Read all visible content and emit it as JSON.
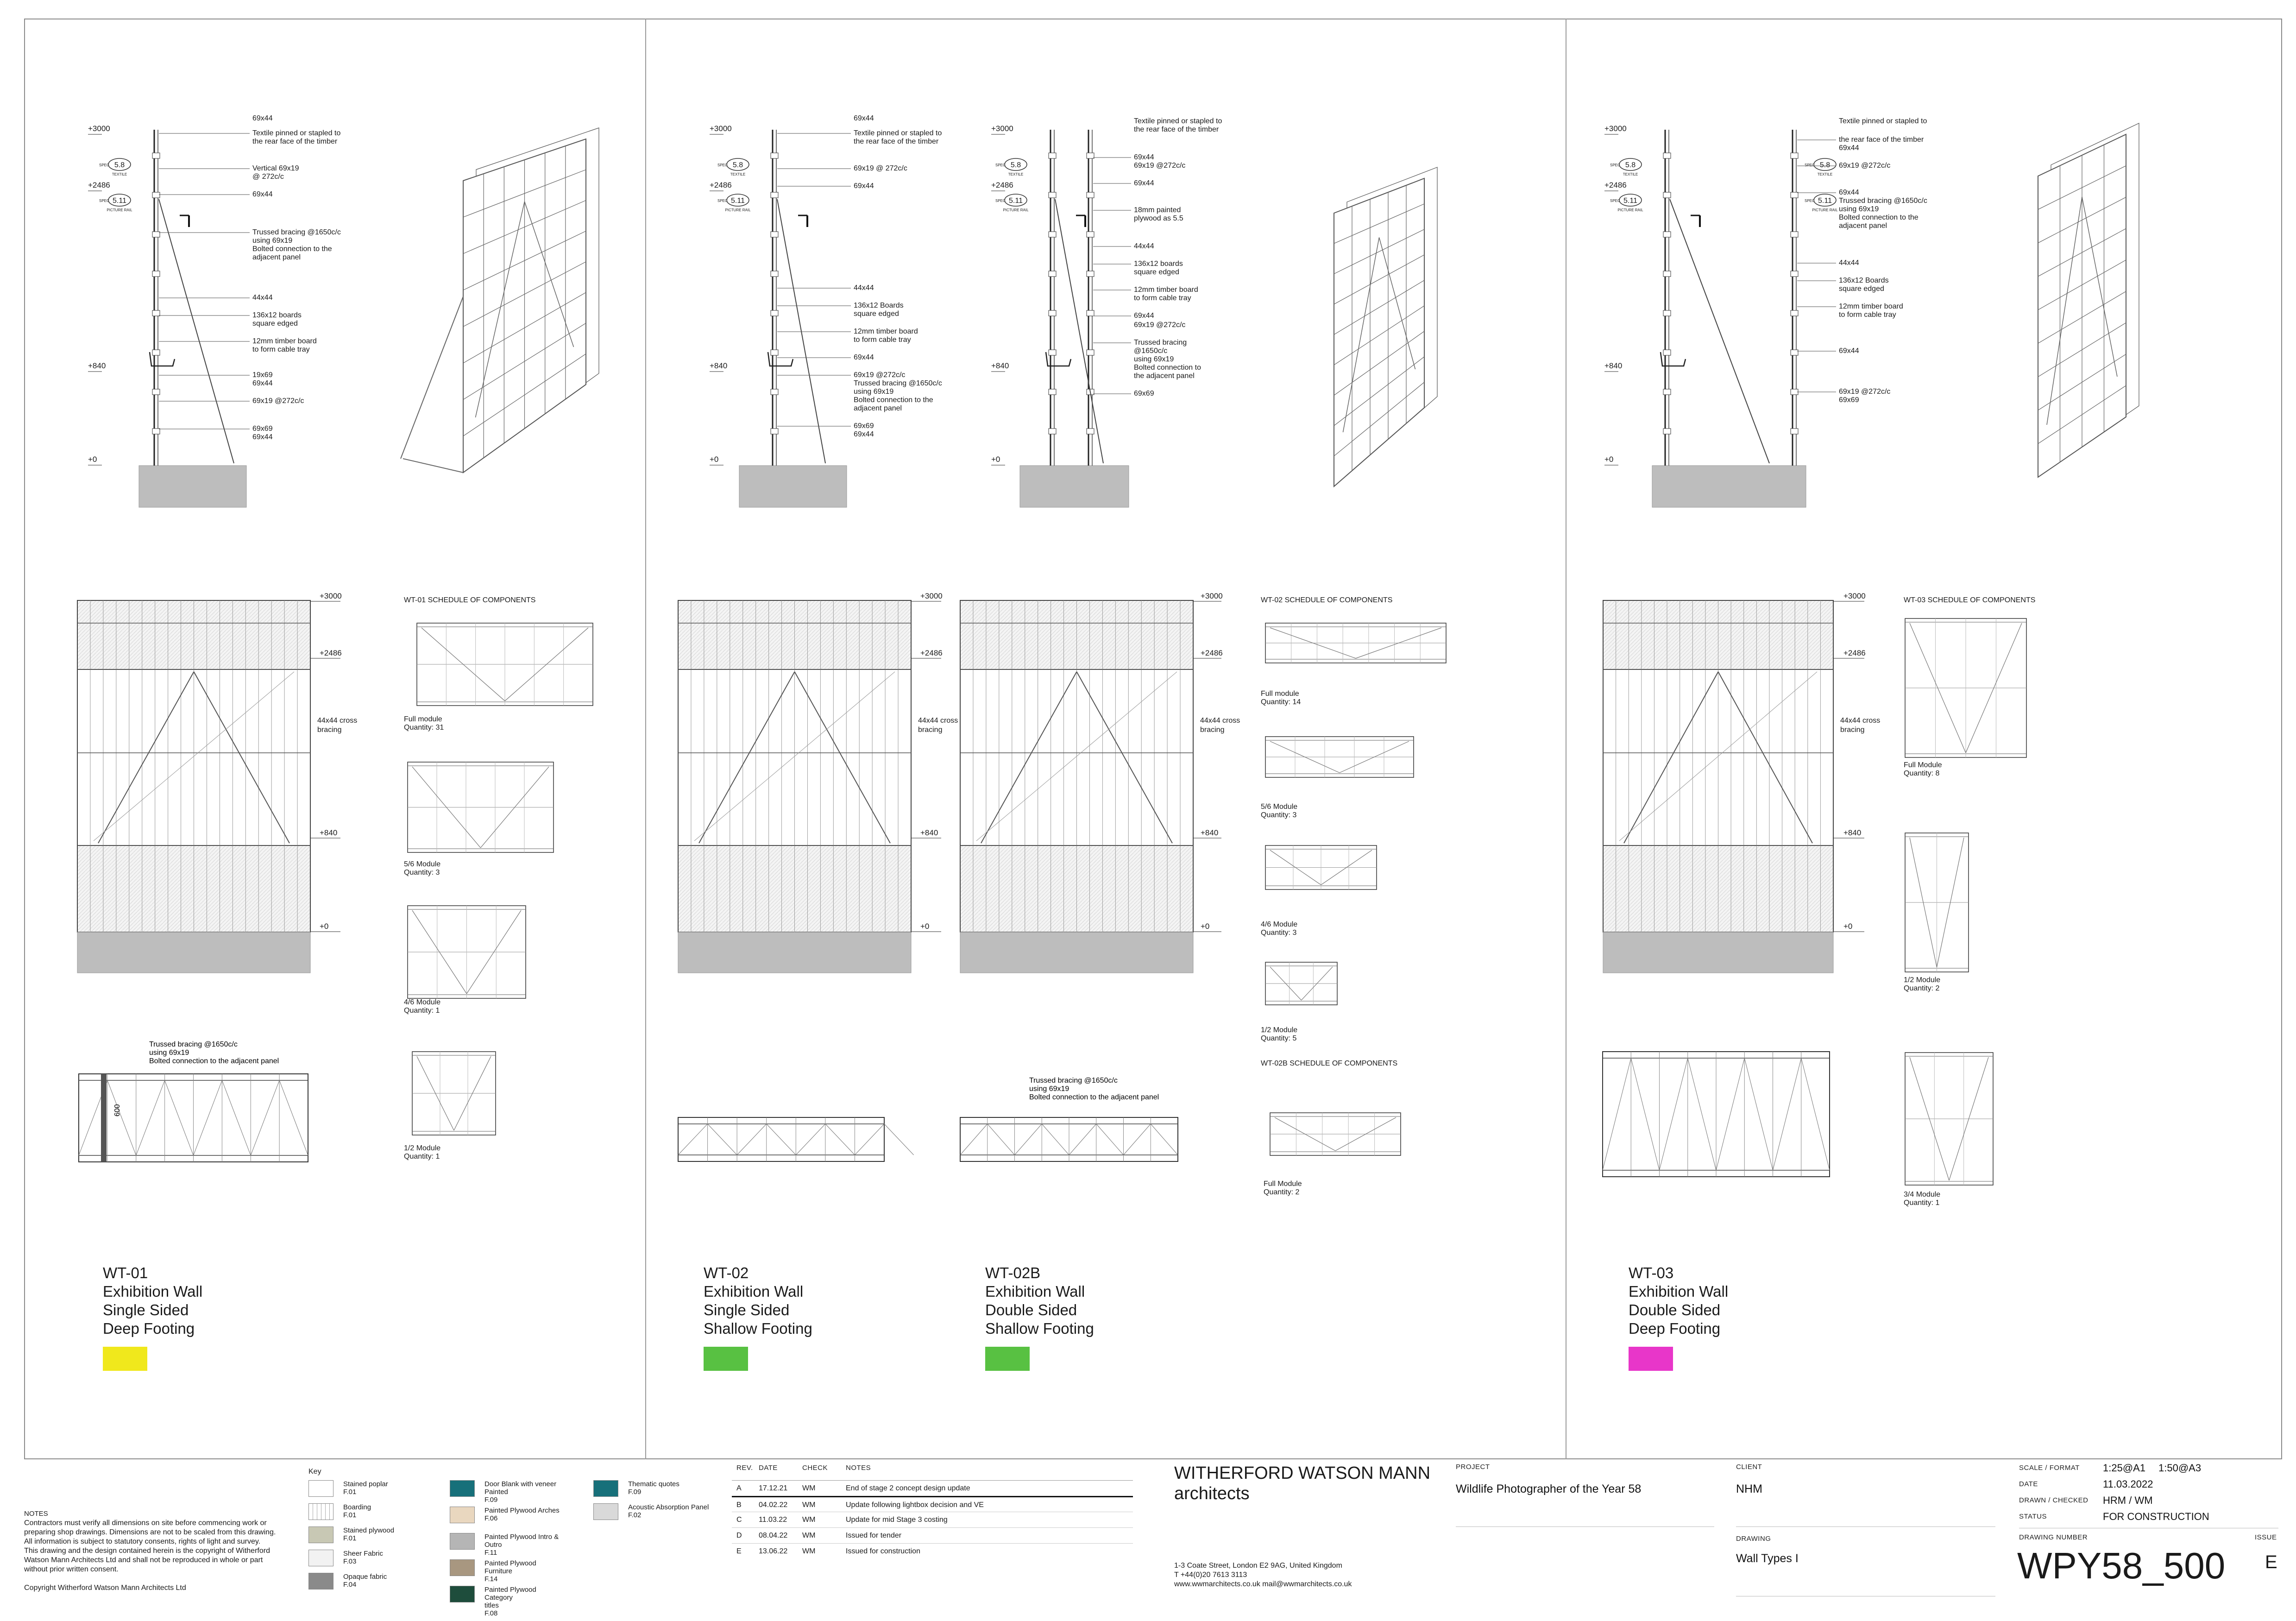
{
  "walls": [
    {
      "id": "WT-01",
      "line1": "Exhibition Wall",
      "line2": "Single Sided",
      "line3": "Deep Footing",
      "color": "#f0e81c"
    },
    {
      "id": "WT-02",
      "line1": "Exhibition Wall",
      "line2": "Single Sided",
      "line3": "Shallow Footing",
      "color": "#58c142"
    },
    {
      "id": "WT-02B",
      "line1": "Exhibition Wall",
      "line2": "Double Sided",
      "line3": "Shallow Footing",
      "color": "#58c142"
    },
    {
      "id": "WT-03",
      "line1": "Exhibition Wall",
      "line2": "Double Sided",
      "line3": "Deep Footing",
      "color": "#e836c9"
    }
  ],
  "levels": {
    "l3000": "+3000",
    "l2486": "+2486",
    "l840": "+840",
    "l0": "+0"
  },
  "section_tags": {
    "t58": "5.8",
    "t511": "5.11",
    "spec": "SPEC",
    "textile": "TEXTILE",
    "picture_rail": "PICTURE RAIL"
  },
  "sections": {
    "wt01": [
      "69x44",
      "Textile pinned or stapled to",
      "the rear face of the timber",
      "Vertical 69x19",
      "@ 272c/c",
      "69x44",
      "Trussed bracing @1650c/c",
      "using 69x19",
      "Bolted connection to the",
      "adjacent panel",
      "44x44",
      "136x12 boards",
      "square edged",
      "12mm timber board",
      "to form cable tray",
      "19x69",
      "69x44",
      "69x19 @272c/c",
      "69x69",
      "69x44"
    ],
    "wt02": [
      "69x44",
      "Textile pinned or stapled to",
      "the rear face of the timber",
      "69x19 @ 272c/c",
      "69x44",
      "44x44",
      "136x12 Boards",
      "square edged",
      "12mm timber board",
      "to form cable tray",
      "69x44",
      "69x19 @272c/c",
      "Trussed bracing @1650c/c",
      "using 69x19",
      "Bolted connection to the",
      "adjacent panel",
      "69x69",
      "69x44"
    ],
    "wt02b": [
      "Textile pinned or stapled to",
      "the rear face of the timber",
      "69x44",
      "69x19 @272c/c",
      "69x44",
      "18mm painted",
      "plywood as 5.5",
      "44x44",
      "136x12 boards",
      "square edged",
      "12mm timber board",
      "to form cable tray",
      "69x44",
      "69x19 @272c/c",
      "Trussed bracing",
      "@1650c/c",
      "using 69x19",
      "Bolted connection to",
      "the adjacent panel",
      "69x69"
    ],
    "wt03": [
      "Textile pinned or stapled to",
      "the rear face of the timber",
      "69x44",
      "69x19 @272c/c",
      "69x44",
      "Trussed bracing @1650c/c",
      "using 69x19",
      "Bolted connection to the",
      "adjacent panel",
      "44x44",
      "136x12 Boards",
      "square edged",
      "12mm timber board",
      "to form cable tray",
      "69x44",
      "69x19 @272c/c",
      "69x69"
    ]
  },
  "elevation_note": "44x44 cross bracing",
  "plan_note": {
    "l1": "Trussed bracing @1650c/c",
    "l2": "using 69x19",
    "l3": "Bolted connection to the adjacent panel",
    "dim": "600"
  },
  "schedules": {
    "wt01": {
      "title": "WT-01 SCHEDULE OF COMPONENTS",
      "items": [
        [
          "Full module",
          "Quantity: 31"
        ],
        [
          "5/6 Module",
          "Quantity: 3"
        ],
        [
          "4/6 Module",
          "Quantity: 1"
        ],
        [
          "1/2 Module",
          "Quantity: 1"
        ]
      ]
    },
    "wt02": {
      "title": "WT-02 SCHEDULE OF COMPONENTS",
      "items": [
        [
          "Full module",
          "Quantity: 14"
        ],
        [
          "5/6 Module",
          "Quantity: 3"
        ],
        [
          "4/6 Module",
          "Quantity: 3"
        ],
        [
          "1/2 Module",
          "Quantity: 5"
        ]
      ]
    },
    "wt02b": {
      "title": "WT-02B SCHEDULE OF COMPONENTS",
      "items": [
        [
          "Full Module",
          "Quantity: 2"
        ]
      ]
    },
    "wt03": {
      "title": "WT-03 SCHEDULE OF COMPONENTS",
      "items": [
        [
          "Full Module",
          "Quantity: 8"
        ],
        [
          "1/2 Module",
          "Quantity: 2"
        ],
        [
          "3/4 Module",
          "Quantity: 1"
        ]
      ]
    }
  },
  "titleblock": {
    "notes_heading": "NOTES",
    "notes": [
      "Contractors must verify all dimensions on site before commencing work or",
      "preparing shop drawings. Dimensions are not to be scaled from this drawing.",
      "All information is subject to statutory consents, rights of light and survey.",
      "This drawing and the design contained herein is the copyright of Witherford",
      "Watson Mann Architects Ltd and shall not be reproduced in whole or part",
      "without prior written consent."
    ],
    "copyright": "Copyright Witherford Watson Mann Architects Ltd",
    "key_heading": "Key",
    "key": [
      {
        "l1": "Stained poplar",
        "l2": "F.01",
        "color": "#ffffff"
      },
      {
        "l1": "Boarding",
        "l2": "F.01",
        "color": "#ffffff"
      },
      {
        "l1": "Stained plywood",
        "l2": "F.01",
        "color": "#c8c8b4"
      },
      {
        "l1": "Sheer Fabric",
        "l2": "F.03",
        "color": "#f2f2f2"
      },
      {
        "l1": "Opaque fabric",
        "l2": "F.04",
        "color": "#8a8a8a"
      },
      {
        "l1": "Door Blank with veneer",
        "l2": "Painted",
        "l3": "F.09",
        "color": "#17707a"
      },
      {
        "l1": "Painted Plywood Arches",
        "l2": "F.06",
        "color": "#e9d7bf"
      },
      {
        "l1": "Painted Plywood Intro &",
        "l2": "Outro",
        "l3": "F.11",
        "color": "#b5b5b5"
      },
      {
        "l1": "Painted Plywood Furniture",
        "l2": "F.14",
        "color": "#a89780"
      },
      {
        "l1": "Painted Plywood Category",
        "l2": "titles",
        "l3": "F.08",
        "color": "#1e4d3c"
      },
      {
        "l1": "Thematic quotes",
        "l2": "F.09",
        "color": "#17707a"
      },
      {
        "l1": "Acoustic Absorption Panel",
        "l2": "F.02",
        "color": "#d9d9d9"
      }
    ],
    "rev_headers": [
      "REV.",
      "DATE",
      "CHECK",
      "NOTES"
    ],
    "revisions": [
      [
        "A",
        "17.12.21",
        "WM",
        "End of stage 2 concept design update"
      ],
      [
        "B",
        "04.02.22",
        "WM",
        "Update following lightbox decision and VE"
      ],
      [
        "C",
        "11.03.22",
        "WM",
        "Update for mid Stage 3 costing"
      ],
      [
        "D",
        "08.04.22",
        "WM",
        "Issued for tender"
      ],
      [
        "E",
        "13.06.22",
        "WM",
        "Issued for construction"
      ]
    ],
    "firm_l1": "WITHERFORD WATSON MANN",
    "firm_l2": "architects",
    "address": "1-3 Coate Street, London E2 9AG, United Kingdom",
    "phone": "T +44(0)20 7613 3113",
    "web": "www.wwmarchitects.co.uk   mail@wwmarchitects.co.uk",
    "project_label": "PROJECT",
    "project": "Wildlife Photographer of the Year 58",
    "client_label": "CLIENT",
    "client": "NHM",
    "drawing_label": "DRAWING",
    "drawing": "Wall Types I",
    "scale_label": "SCALE / FORMAT",
    "scale_a1": "1:25@A1",
    "scale_a3": "1:50@A3",
    "date_label": "DATE",
    "date": "11.03.2022",
    "drawn_label": "DRAWN / CHECKED",
    "drawn": "HRM / WM",
    "status_label": "STATUS",
    "status": "FOR CONSTRUCTION",
    "number_label": "DRAWING NUMBER",
    "number": "WPY58_500",
    "issue_label": "ISSUE",
    "issue": "E"
  }
}
